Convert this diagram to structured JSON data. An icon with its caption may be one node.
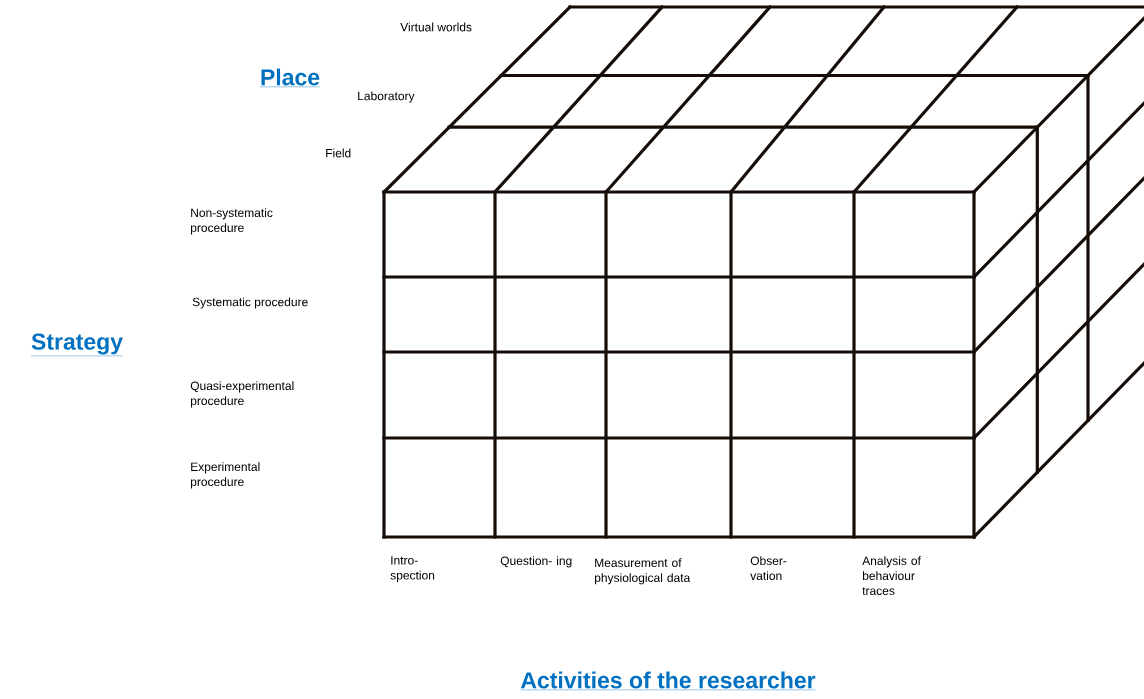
{
  "diagram": {
    "labels": [
      "Virtual worlds",
      "Place",
      "Laboratory",
      "Field",
      "Non-systematic procedure",
      "Systematic procedure",
      "Strategy",
      "Quasi-experimental procedure",
      "Experimental procedure",
      "Intro- spection",
      "Question- ing",
      "Measurement of physiological data",
      "Obser- vation",
      "Analysis of behaviour traces",
      "Activities of the researcher"
    ]
  }
}
